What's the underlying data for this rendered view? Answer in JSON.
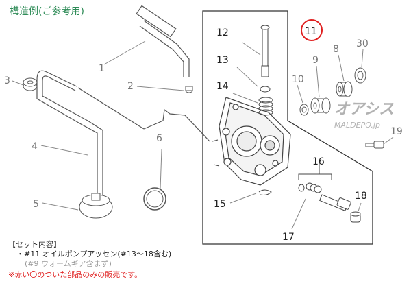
{
  "title": "構造例(ご参考用)",
  "watermark": {
    "brand": "オアシス",
    "sub": "MALDEPO.jp"
  },
  "callouts": {
    "n1": "1",
    "n2": "2",
    "n3": "3",
    "n4": "4",
    "n5": "5",
    "n6": "6",
    "n8": "8",
    "n9": "9",
    "n10": "10",
    "n11": "11",
    "n12": "12",
    "n13": "13",
    "n14": "14",
    "n15": "15",
    "n16": "16",
    "n17": "17",
    "n18": "18",
    "n19": "19",
    "n30": "30"
  },
  "set_contents": {
    "heading": "【セット内容】",
    "item": "・#11 オイルポンプアッセン(#13～18含む)",
    "note": "(#9 ウォームギア含まず)"
  },
  "notice": "※赤い〇のついた部品のみの販売です。",
  "colors": {
    "highlight": "#e02020",
    "title": "#2e8b57",
    "leader": "#888888",
    "line": "#333333"
  }
}
